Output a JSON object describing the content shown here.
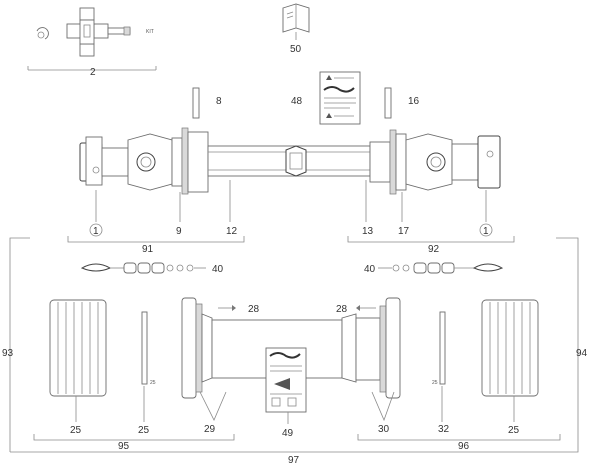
{
  "labels": {
    "p2": "2",
    "p50": "50",
    "p8": "8",
    "p48": "48",
    "p16": "16",
    "p1_left": "1",
    "p9": "9",
    "p12": "12",
    "p13": "13",
    "p17": "17",
    "p1_right": "1",
    "p91": "91",
    "p92": "92",
    "p40_left": "40",
    "p40_right": "40",
    "p28_left": "28",
    "p28_right": "28",
    "p93": "93",
    "p94": "94",
    "p25_a": "25",
    "p25_b": "25",
    "p29": "29",
    "p49": "49",
    "p30": "30",
    "p32": "32",
    "p25_c": "25",
    "p95": "95",
    "p96": "96",
    "p97": "97"
  },
  "small_text": {
    "cross_kit_code": "KIT"
  }
}
